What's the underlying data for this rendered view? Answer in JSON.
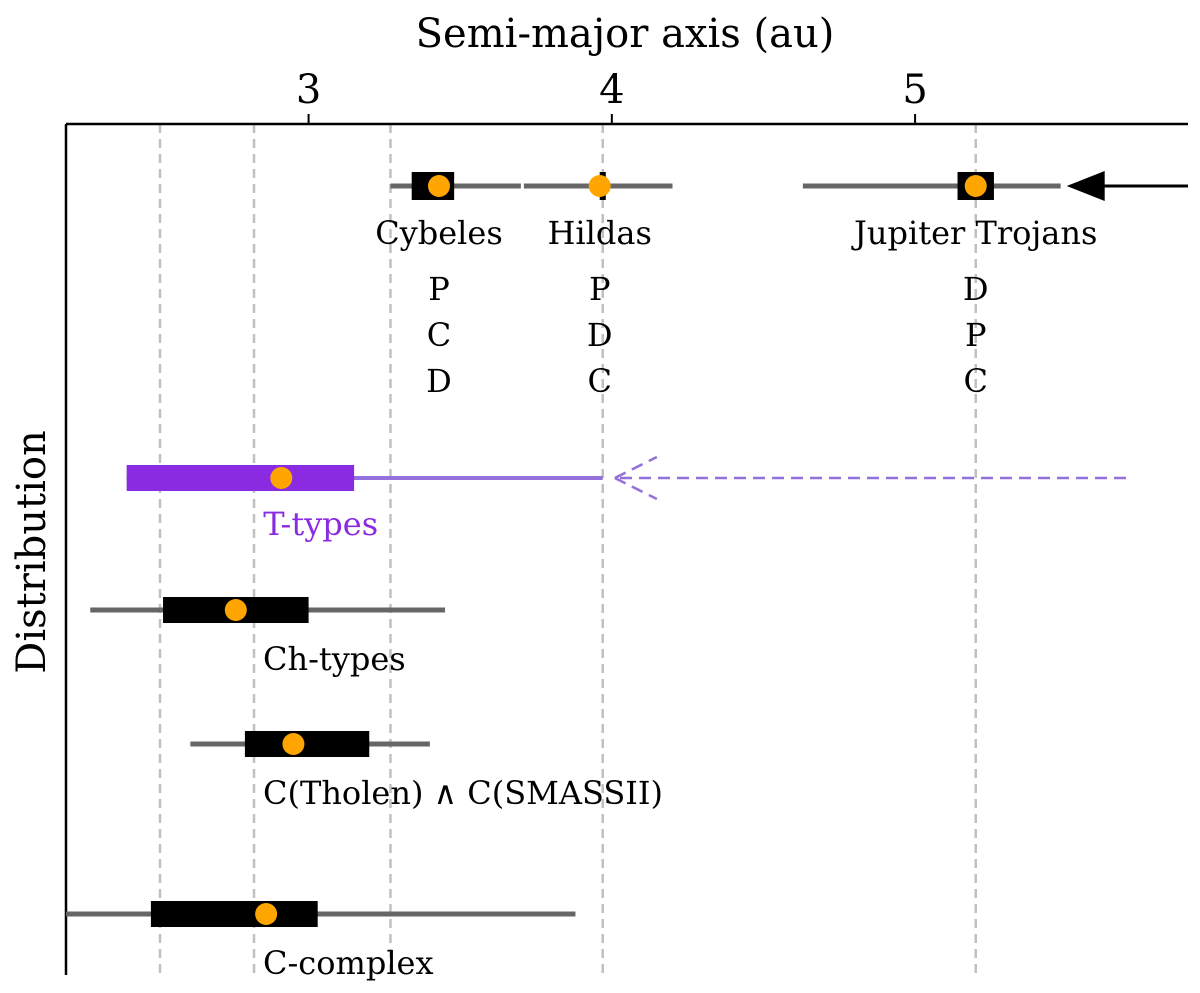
{
  "chart_data": {
    "type": "box",
    "title": "",
    "xlabel": "Semi-major axis (au)",
    "ylabel": "Distribution",
    "xlim": [
      2.2,
      5.9
    ],
    "x_ticks": [
      3,
      4,
      5
    ],
    "grid": "vertical dashed reference lines",
    "reference_lines_x": [
      2.51,
      2.82,
      3.27,
      3.97,
      5.2
    ],
    "colors": {
      "whisker": "#666666",
      "box": "#000000",
      "median": "#ffa500",
      "ttypes": "#8a2be2",
      "ttypes_light": "#9470dc",
      "reference": "#c0c0c0"
    },
    "series": [
      {
        "name": "Cybeles",
        "min": 3.27,
        "q1": 3.34,
        "median": 3.43,
        "q3": 3.48,
        "max": 3.7,
        "label_x": 3.43,
        "taxonomy": [
          "P",
          "C",
          "D"
        ]
      },
      {
        "name": "Hildas",
        "min": 3.71,
        "q1": 3.96,
        "median": 3.96,
        "q3": 3.98,
        "max": 4.2,
        "label_x": 3.96,
        "taxonomy": [
          "P",
          "D",
          "C"
        ]
      },
      {
        "name": "Jupiter Trojans",
        "min": 4.63,
        "q1": 5.14,
        "median": 5.2,
        "q3": 5.26,
        "max": 5.48,
        "label_x": 5.2,
        "taxonomy": [
          "D",
          "P",
          "C"
        ]
      },
      {
        "name": "T-types",
        "min": 2.4,
        "q1": 2.4,
        "median": 2.91,
        "q3": 3.15,
        "max": 3.97,
        "label_x": 2.91
      },
      {
        "name": "Ch-types",
        "min": 2.28,
        "q1": 2.52,
        "median": 2.76,
        "q3": 3.0,
        "max": 3.45
      },
      {
        "name": "C(Tholen) ∧ C(SMASSII)",
        "min": 2.61,
        "q1": 2.79,
        "median": 2.95,
        "q3": 3.2,
        "max": 3.4
      },
      {
        "name": "C-complex",
        "min": 2.2,
        "q1": 2.48,
        "median": 2.86,
        "q3": 3.03,
        "max": 3.88
      }
    ],
    "annotations": [
      {
        "type": "arrow",
        "style": "solid",
        "from_x": 5.9,
        "to_x": 5.5,
        "row": "Jupiter Trojans"
      },
      {
        "type": "arrow",
        "style": "dashed",
        "from_x": 5.9,
        "to_x": 4.0,
        "row": "T-types"
      }
    ]
  }
}
